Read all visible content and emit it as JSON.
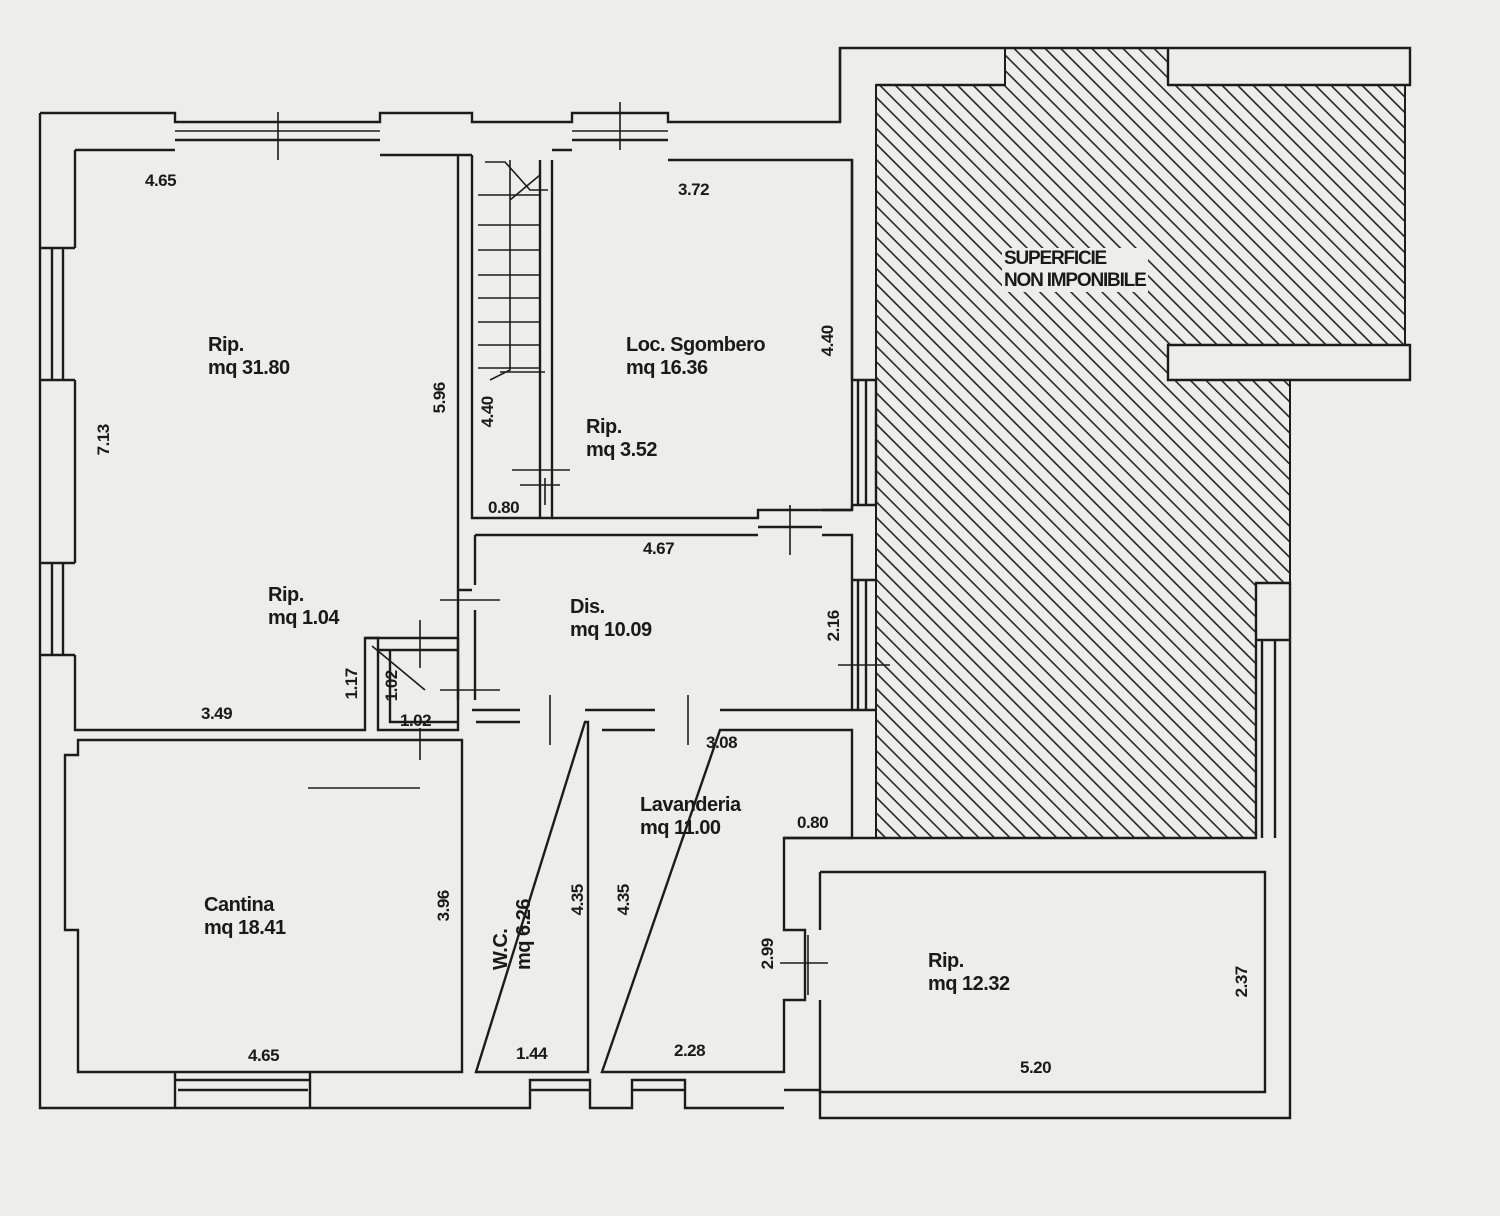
{
  "rooms": {
    "rip_large": {
      "name": "Rip.",
      "area": "mq 31.80"
    },
    "loc_sgombero": {
      "name": "Loc. Sgombero",
      "area": "mq 16.36"
    },
    "rip_small": {
      "name": "Rip.",
      "area": "mq 3.52"
    },
    "dis": {
      "name": "Dis.",
      "area": "mq 10.09"
    },
    "rip_tiny": {
      "name": "Rip.",
      "area": "mq 1.04"
    },
    "cantina": {
      "name": "Cantina",
      "area": "mq 18.41"
    },
    "wc": {
      "name": "W.C.",
      "area": "mq 6.26"
    },
    "lavanderia": {
      "name": "Lavanderia",
      "area": "mq 11.00"
    },
    "rip_right": {
      "name": "Rip.",
      "area": "mq 12.32"
    }
  },
  "non_taxable": {
    "line1": "SUPERFICIE",
    "line2": "NON IMPONIBILE"
  },
  "dimensions": {
    "ripL_top": "4.65",
    "ripL_side": "7.13",
    "ripL_right": "5.96",
    "ripL_bottom": "3.49",
    "stair_h": "4.40",
    "stair_w": "0.80",
    "loc_top": "3.72",
    "loc_side": "4.40",
    "dis_top": "4.67",
    "dis_side": "2.16",
    "tiny_h1": "1.17",
    "tiny_h2": "1.02",
    "tiny_w": "1.02",
    "cantina_side": "3.96",
    "cantina_bottom": "4.65",
    "wc_side": "4.35",
    "wc_bottom": "1.44",
    "lav_side": "4.35",
    "lav_top": "3.08",
    "lav_bottom": "2.28",
    "lav_step": "0.80",
    "ripR_side_left": "2.99",
    "ripR_side_right": "2.37",
    "ripR_bottom": "5.20"
  },
  "colors": {
    "wall": "#1c1c1c",
    "paper": "#ededeb",
    "hatch": "#262626"
  }
}
